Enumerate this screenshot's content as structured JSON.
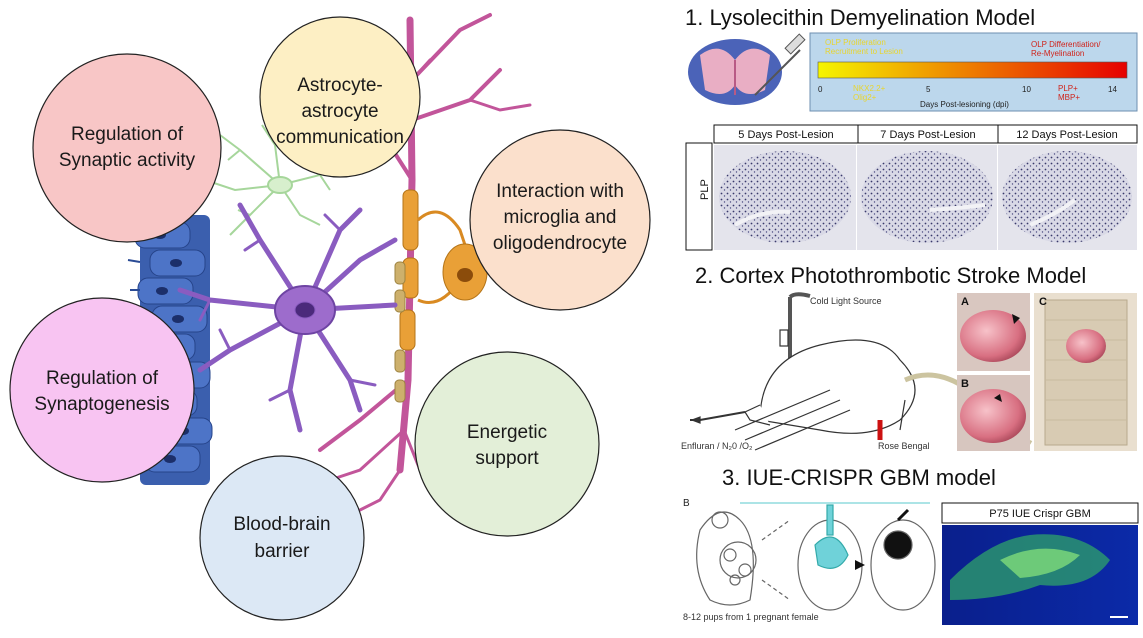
{
  "left_panel": {
    "circles": [
      {
        "id": "synaptic-activity",
        "lines": [
          "Regulation of",
          "Synaptic activity"
        ],
        "color": "#f8c6c6"
      },
      {
        "id": "astro-comm",
        "lines": [
          "Astrocyte-",
          "astrocyte",
          "communication"
        ],
        "color": "#fdefc4"
      },
      {
        "id": "microglia",
        "lines": [
          "Interaction with",
          "microglia and",
          "oligodendrocyte"
        ],
        "color": "#fbe0cc"
      },
      {
        "id": "synaptogenesis",
        "lines": [
          "Regulation of",
          "Synaptogenesis"
        ],
        "color": "#f8c4f2"
      },
      {
        "id": "energetic",
        "lines": [
          "Energetic",
          "support"
        ],
        "color": "#e3efd8"
      },
      {
        "id": "bbb",
        "lines": [
          "Blood-brain",
          "barrier"
        ],
        "color": "#dce8f5"
      }
    ]
  },
  "section1": {
    "title": "1. Lysolecithin Demyelination Model",
    "timeline": {
      "left_top": [
        "OLP Proliferation",
        "Recruitment to Lesion"
      ],
      "right_top": [
        "OLP Differentiation/",
        "Re-Myelination"
      ],
      "ticks": [
        "0",
        "5",
        "10",
        "14"
      ],
      "markers_left": [
        "NKX2.2+",
        "Olig2+"
      ],
      "markers_right": [
        "PLP+",
        "MBP+"
      ],
      "axis_label": "Days Post-lesioning (dpi)",
      "gradient_start": "#f5f500",
      "gradient_end": "#e60000",
      "bg": "#bcd7ec"
    },
    "row_label": "PLP",
    "columns": [
      "5 Days Post-Lesion",
      "7 Days Post-Lesion",
      "12 Days Post-Lesion"
    ]
  },
  "section2": {
    "title": "2. Cortex Photothrombotic Stroke Model",
    "labels": {
      "light": "Cold Light Source",
      "gas": "Enfluran / N₂0 /O₂",
      "dye": "Rose Bengal"
    },
    "panel_letters": [
      "A",
      "B",
      "C"
    ]
  },
  "section3": {
    "title": "3. IUE-CRISPR  GBM model",
    "panel_letter": "B",
    "caption": "8-12 pups from 1 pregnant female",
    "image_title": "P75 IUE Crispr GBM"
  }
}
